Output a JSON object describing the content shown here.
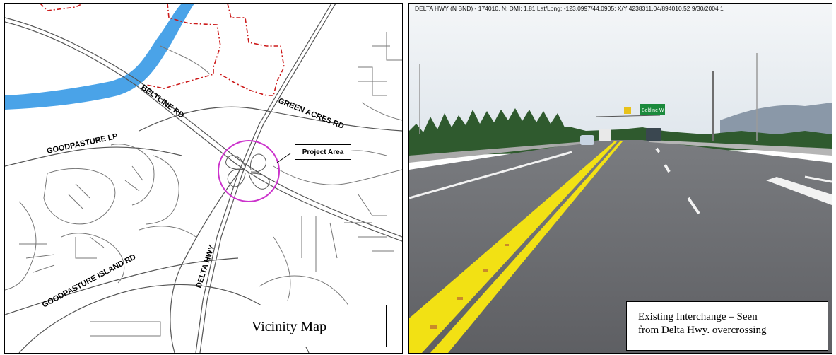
{
  "map": {
    "caption": "Vicinity Map",
    "project_area": "Project Area",
    "roads": {
      "beltline": "BELTLINE RD",
      "green_acres": "GREEN ACRES RD",
      "goodpasture_lp": "GOODPASTURE LP",
      "goodpasture_island": "GOODPASTURE ISLAND RD",
      "delta_hwy": "DELTA HWY"
    },
    "colors": {
      "river": "#4aa3e8",
      "boundary": "#cc1a1a",
      "project_circle": "#cc33cc",
      "roads": "#555555"
    }
  },
  "photo": {
    "header": "DELTA HWY (N BND) - 174010, N;  DMI: 1.81 Lat/Long: -123.0997/44.0905; X/Y 4238311.04/894010.52  9/30/2004 1",
    "caption_line1": "Existing Interchange – Seen",
    "caption_line2": "from Delta Hwy. overcrossing",
    "sign_text": "Beltline W"
  }
}
